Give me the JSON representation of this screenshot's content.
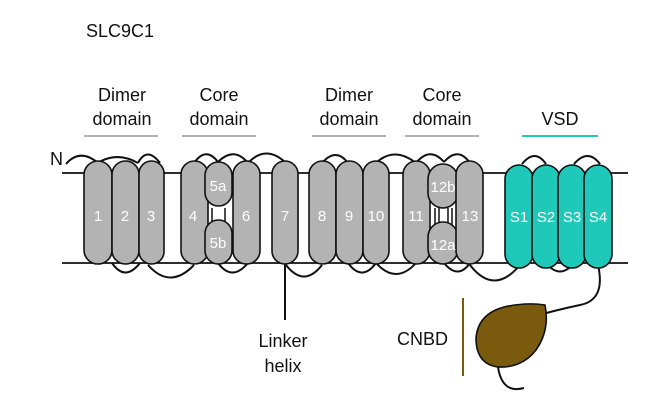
{
  "protein_name": "SLC9C1",
  "n_terminus_label": "N",
  "domains": [
    {
      "line1": "Dimer",
      "line2": "domain"
    },
    {
      "line1": "Core",
      "line2": "domain"
    },
    {
      "line1": "Dimer",
      "line2": "domain"
    },
    {
      "line1": "Core",
      "line2": "domain"
    },
    {
      "line1": "VSD",
      "line2": ""
    }
  ],
  "helices": {
    "h1": "1",
    "h2": "2",
    "h3": "3",
    "h4": "4",
    "h5a": "5a",
    "h5b": "5b",
    "h6": "6",
    "h7": "7",
    "h8": "8",
    "h9": "9",
    "h10": "10",
    "h11": "11",
    "h12b": "12b",
    "h12a": "12a",
    "h13": "13",
    "s1": "S1",
    "s2": "S2",
    "s3": "S3",
    "s4": "S4"
  },
  "linker_label": {
    "line1": "Linker",
    "line2": "helix"
  },
  "cnbd_label": "CNBD",
  "colors": {
    "tm_helix": "#b3b3b3",
    "vsd": "#1fc9b9",
    "cnbd": "#7a5a0d",
    "domain_bar": "#b3b3b3",
    "vsd_bar": "#1fc9b9",
    "membrane": "#111111"
  }
}
